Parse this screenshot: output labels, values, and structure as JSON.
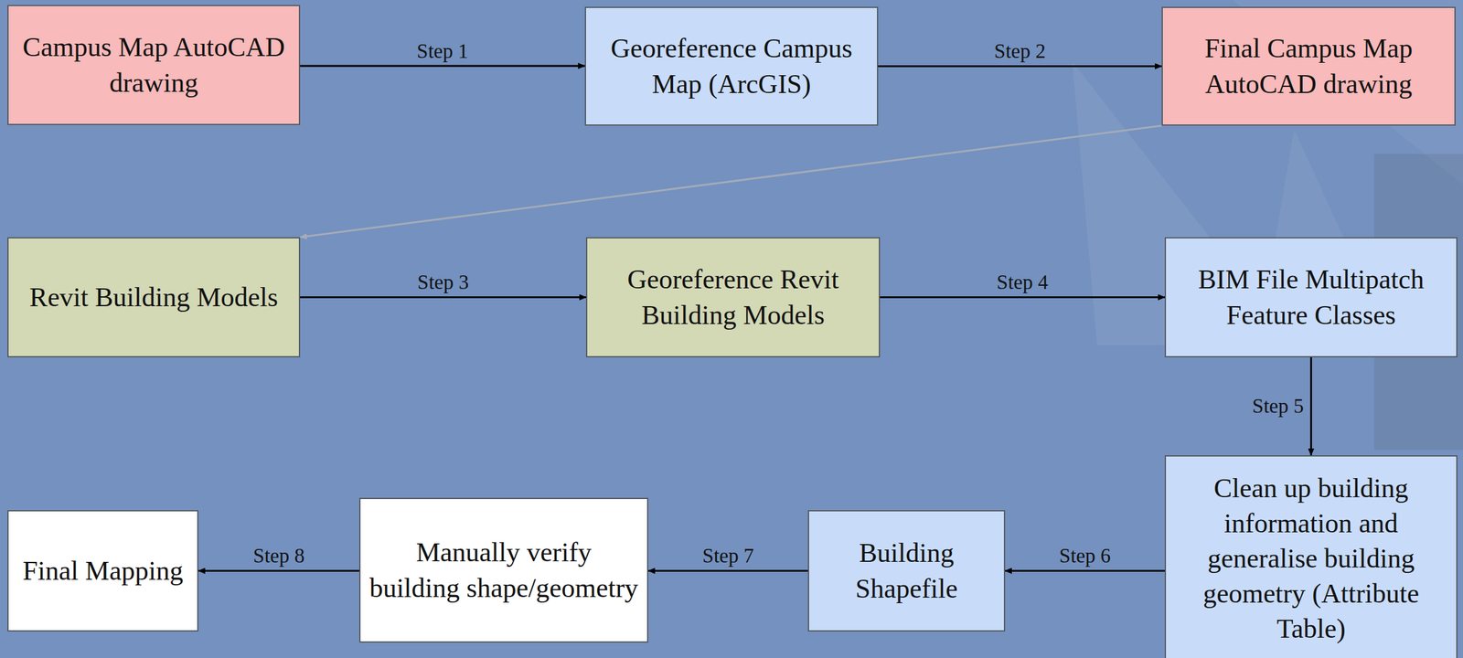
{
  "diagram": {
    "nodes": [
      {
        "text": [
          "Campus Map AutoCAD drawing"
        ]
      },
      {
        "text": [
          "Georeference Campus Map (ArcGIS)"
        ]
      },
      {
        "text": [
          "Final Campus Map AutoCAD drawing"
        ]
      },
      {
        "text": [
          "Revit Building Models"
        ]
      },
      {
        "text": [
          "Georeference Revit Building Models"
        ]
      },
      {
        "text": [
          "BIM File Multipatch Feature Classes"
        ]
      },
      {
        "text": [
          "Clean up building information and generalise building geometry (Attribute Table)"
        ]
      },
      {
        "text": [
          "Building Shapefile"
        ]
      },
      {
        "text": [
          "Manually verify building shape/geometry"
        ]
      },
      {
        "text": [
          "Final Mapping"
        ]
      }
    ],
    "edges": [
      {
        "from": 0,
        "to": 1,
        "label": "Step 1",
        "arrow": "to"
      },
      {
        "from": 1,
        "to": 2,
        "label": "Step 2",
        "arrow": "to"
      },
      {
        "from": 2,
        "to": 3,
        "arrow": "to"
      },
      {
        "from": 3,
        "to": 4,
        "label": "Step 3",
        "arrow": "to"
      },
      {
        "from": 4,
        "to": 5,
        "label": "Step 4",
        "arrow": "to"
      },
      {
        "from": 5,
        "to": 6,
        "label": "Step 5",
        "arrow": "to"
      },
      {
        "from": 6,
        "to": 7,
        "label": "Step 6",
        "arrow": "to"
      },
      {
        "from": 7,
        "to": 8,
        "label": "Step 7",
        "arrow": "to"
      },
      {
        "from": 8,
        "to": 9,
        "label": "Step 8",
        "arrow": "to"
      }
    ]
  }
}
